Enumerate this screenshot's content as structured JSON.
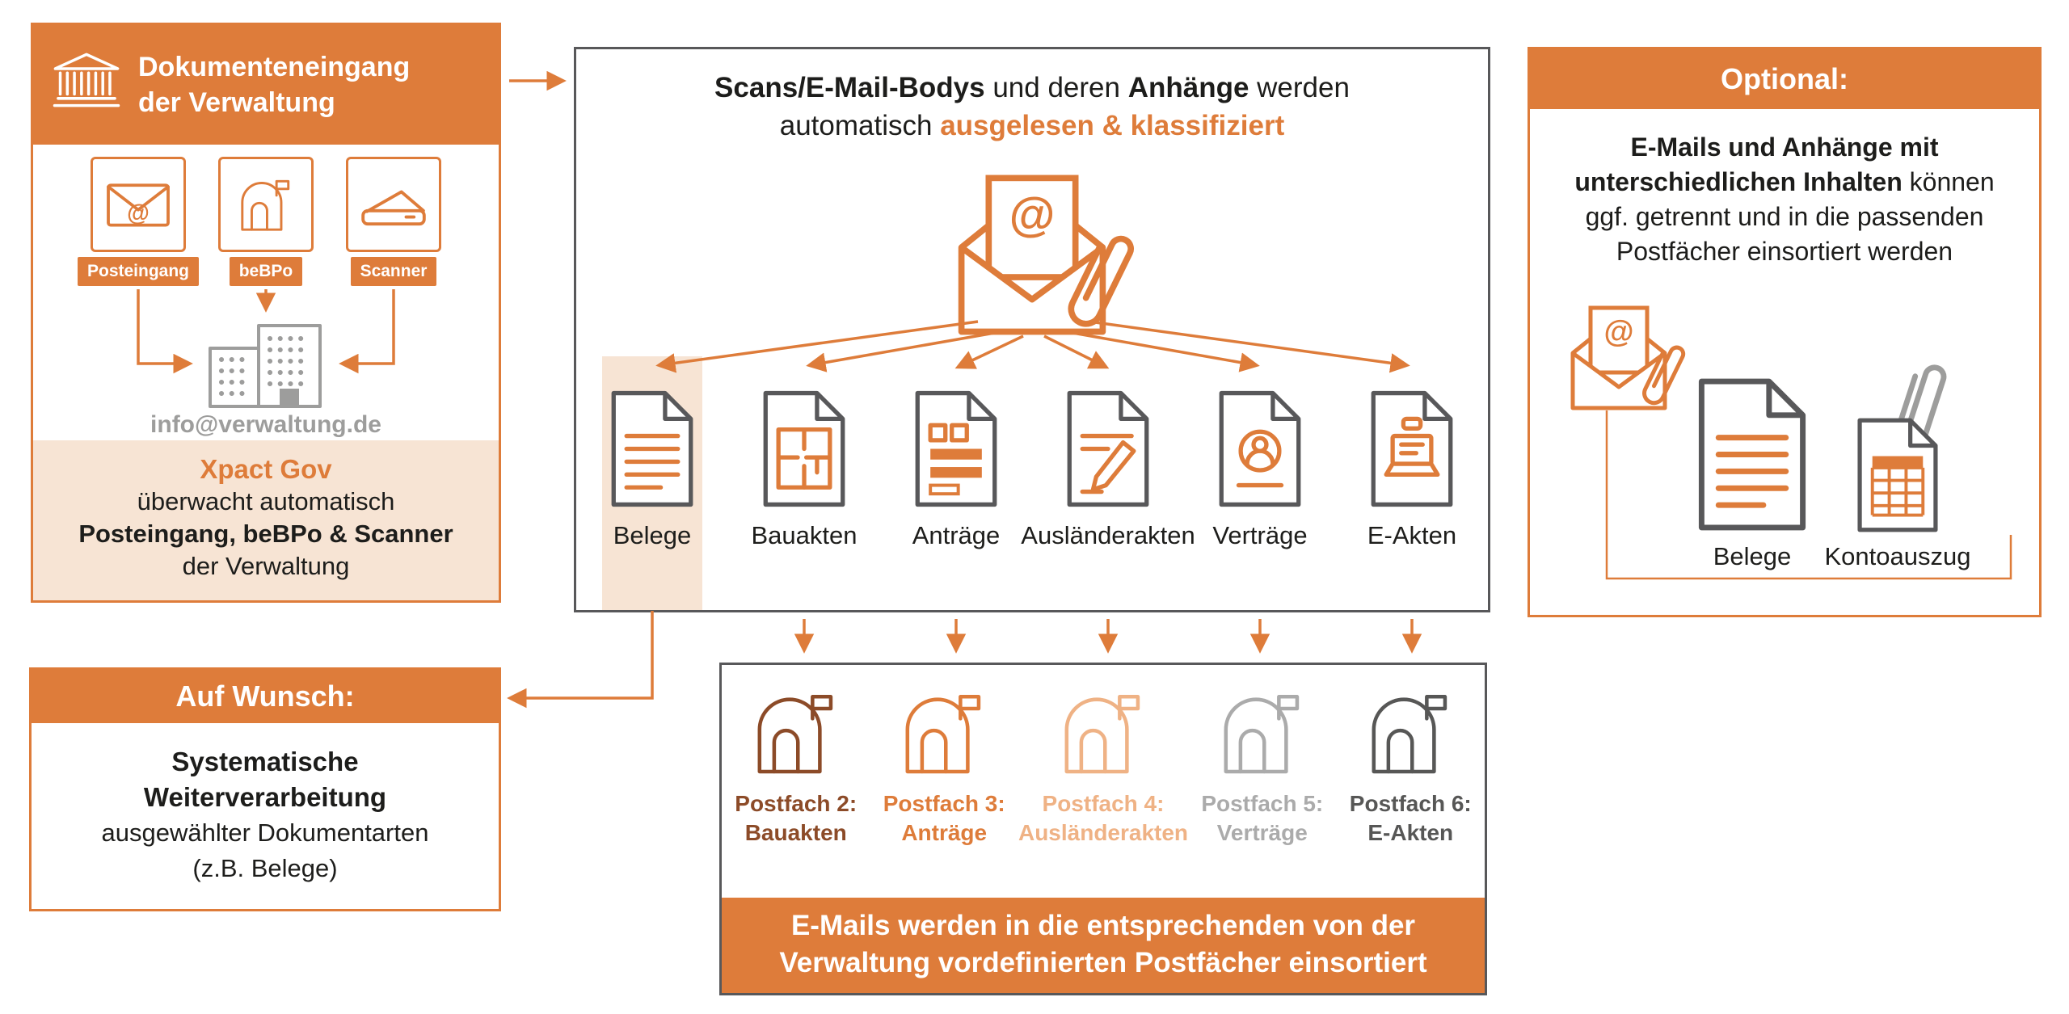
{
  "colors": {
    "orange": "#DE7C3A",
    "peach_bg": "#F7E4D4",
    "dark_text": "#1D1D1B",
    "gray_border": "#58585A",
    "gray_icon": "#9D9D9C",
    "mailbox_colors": [
      "#8C4B28",
      "#DE7C3A",
      "#EFB285",
      "#ABABAB",
      "#575756"
    ]
  },
  "input_box": {
    "header_line1": "Dokumenteneingang",
    "header_line2": "der Verwaltung",
    "channels": [
      {
        "label": "Posteingang"
      },
      {
        "label": "beBPo"
      },
      {
        "label": "Scanner"
      }
    ],
    "email_label": "info@verwaltung.de",
    "brand": "Xpact Gov",
    "desc_line1": "überwacht automatisch",
    "desc_line2": "Posteingang, beBPo & Scanner",
    "desc_line3": "der Verwaltung"
  },
  "classify_box": {
    "title": {
      "b1": "Scans/E-Mail-Bodys",
      "t1": " und deren ",
      "b2": "Anhänge",
      "t2": " werden",
      "t3": "automatisch ",
      "o1": "ausgelesen & klassifiziert"
    },
    "documents": [
      {
        "label": "Belege"
      },
      {
        "label": "Bauakten"
      },
      {
        "label": "Anträge"
      },
      {
        "label": "Ausländerakten"
      },
      {
        "label": "Verträge"
      },
      {
        "label": "E-Akten"
      }
    ]
  },
  "optional_box": {
    "header": "Optional:",
    "line1_bold": "E-Mails und Anhänge mit",
    "line2_bold": "unterschiedlichen Inhalten",
    "line2_rest": " können",
    "line3": "ggf. getrennt und in die passenden",
    "line4": "Postfächer einsortiert werden",
    "doc_label": "Belege",
    "statement_label": "Kontoauszug"
  },
  "wish_box": {
    "header": "Auf Wunsch:",
    "line1_bold": "Systematische",
    "line2_bold": "Weiterverarbeitung",
    "line3": "ausgewählter Dokumentarten",
    "line4": "(z.B. Belege)"
  },
  "mailbox_box": {
    "mailboxes": [
      {
        "name": "Postfach 2:",
        "category": "Bauakten"
      },
      {
        "name": "Postfach 3:",
        "category": "Anträge"
      },
      {
        "name": "Postfach 4:",
        "category": "Ausländerakten"
      },
      {
        "name": "Postfach 5:",
        "category": "Verträge"
      },
      {
        "name": "Postfach 6:",
        "category": "E-Akten"
      }
    ],
    "banner_line1": "E-Mails werden in die entsprechenden von der",
    "banner_line2": "Verwaltung vordefinierten Postfächer einsortiert"
  }
}
